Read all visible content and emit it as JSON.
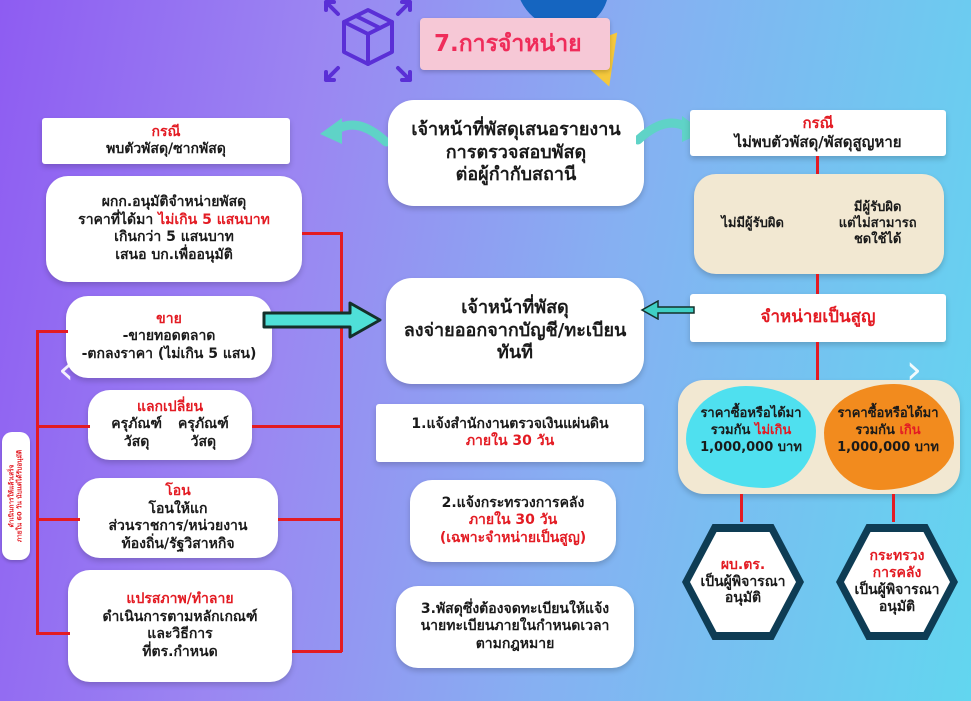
{
  "title": "7.การจำหน่าย",
  "top_center": [
    "เจ้าหน้าที่พัสดุเสนอรายงาน",
    "การตรวจสอบพัสดุ",
    "ต่อผู้กำกับสถานี"
  ],
  "left_case": {
    "label": "กรณี",
    "text": "พบตัวพัสดุ/ซากพัสดุ"
  },
  "left_approve": {
    "line1": "ผกก.อนุมัติจำหน่ายพัสดุ",
    "line2_prefix": "ราคาที่ได้มา ",
    "line2_highlight": "ไม่เกิน 5 แสนบาท",
    "line3": "เกินกว่า 5 แสนบาท",
    "line4": "เสนอ บก.เพื่ออนุมัติ"
  },
  "sell": {
    "label": "ขาย",
    "line1": "-ขายทอดตลาด",
    "line2": "-ตกลงราคา (ไม่เกิน 5 แสน)"
  },
  "exchange": {
    "label": "แลกเปลี่ยน",
    "a1": "ครุภัณฑ์",
    "a2": "วัสดุ",
    "b1": "ครุภัณฑ์",
    "b2": "วัสดุ"
  },
  "transfer": {
    "label": "โอน",
    "line1": "โอนให้แก",
    "line2": "ส่วนราชการ/หน่วยงาน",
    "line3": "ท้องถิ่น/รัฐวิสาหกิจ"
  },
  "destroy": {
    "label": "แปรสภาพ/ทำลาย",
    "line1": "ดำเนินการตามหลักเกณฑ์",
    "line2": "และวิธีการ",
    "line3": "ที่ตร.กำหนด"
  },
  "side_note": {
    "line1": "ดำเนินการให้แล้วเสร็จ",
    "line2": "ภายใน 60 วัน นับแต่ได้รับอนุมัติ"
  },
  "center_main": [
    "เจ้าหน้าที่พัสดุ",
    "ลงจ่ายออกจากบัญชี/ทะเบียน",
    "ทันที"
  ],
  "step1": {
    "text": "1.แจ้งสำนักงานตรวจเงินแผ่นดิน",
    "highlight": "ภายใน 30 วัน"
  },
  "step2": {
    "text": "2.แจ้งกระทรวงการคลัง",
    "highlight1": "ภายใน 30 วัน",
    "highlight2": "(เฉพาะจำหน่ายเป็นสูญ)"
  },
  "step3": [
    "3.พัสดุซึ่งต้องจดทะเบียนให้แจ้ง",
    "นายทะเบียนภายในกำหนดเวลา",
    "ตามกฎหมาย"
  ],
  "right_case": {
    "label": "กรณี",
    "text": "ไม่พบตัวพัสดุ/พัสดุสูญหาย"
  },
  "responsibility": {
    "none": "ไม่มีผู้รับผิด",
    "has1": "มีผู้รับผิด",
    "has2": "แต่ไม่สามารถ",
    "has3": "ชดใช้ได้"
  },
  "write_off": "จำหน่ายเป็นสูญ",
  "price_low": {
    "line1": "ราคาซื้อหรือได้มา",
    "prefix": "รวมกัน ",
    "highlight": "ไม่เกิน",
    "amount": "1,000,000 บาท"
  },
  "price_high": {
    "line1": "ราคาซื้อหรือได้มา",
    "prefix": "รวมกัน ",
    "highlight": "เกิน",
    "amount": "1,000,000 บาท"
  },
  "approver_left": {
    "name": "ผบ.ตร.",
    "line1": "เป็นผู้พิจารณา",
    "line2": "อนุมัติ"
  },
  "approver_right": {
    "name1": "กระทรวง",
    "name2": "การคลัง",
    "line1": "เป็นผู้พิจารณา",
    "line2": "อนุมัติ"
  },
  "nav": {
    "prev": "‹",
    "next": "›"
  },
  "colors": {
    "accent": "#e31b23",
    "hex_border": "#0e3c54",
    "beige": "#f2e8d2",
    "cyan_blob": "#4fe0ef",
    "orange_blob": "#f28b1e",
    "arrow": "#5fd3c7"
  }
}
